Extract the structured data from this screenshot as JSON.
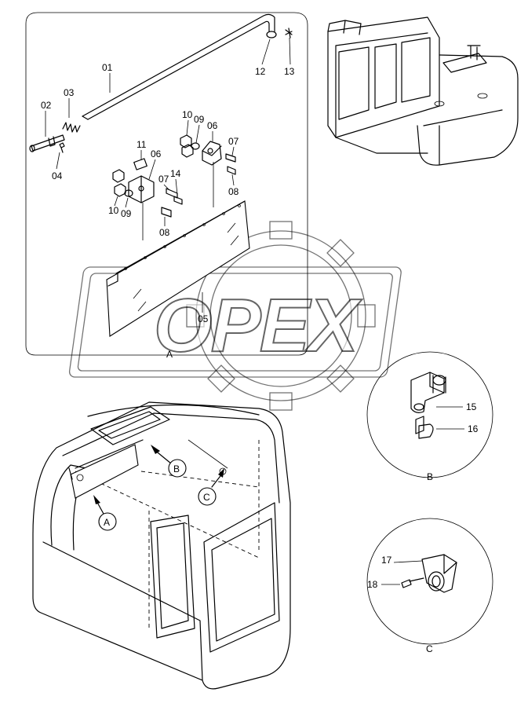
{
  "watermark": {
    "brand": "OPEX"
  },
  "callouts": {
    "p01": "01",
    "p02": "02",
    "p03": "03",
    "p04": "04",
    "p05": "05",
    "p06a": "06",
    "p06b": "06",
    "p07a": "07",
    "p07b": "07",
    "p08a": "08",
    "p08b": "08",
    "p09a": "09",
    "p09b": "09",
    "p10a": "10",
    "p10b": "10",
    "p11": "11",
    "p12": "12",
    "p13": "13",
    "p14": "14",
    "p15": "15",
    "p16": "16",
    "p17": "17",
    "p18": "18"
  },
  "views": {
    "detail_a": "A",
    "detail_b": "B",
    "detail_c": "C",
    "marker_a": "A",
    "marker_b": "B",
    "marker_c": "C"
  }
}
